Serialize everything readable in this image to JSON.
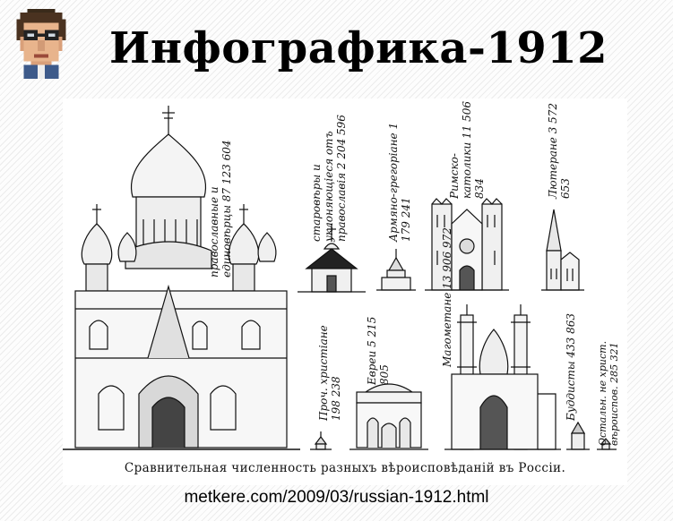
{
  "title": "Инфографика-1912",
  "caption": "Сравнительная численность разныхъ вѣроисповѣданій въ Россіи.",
  "url": "metkere.com/2009/03/russian-1912.html",
  "labels": {
    "orthodox": "православные и единовѣрцы 87 123 604",
    "oldbelievers": "старовѣры и уклоняющiеся отъ православія 2 204 596",
    "armenian": "Армяно-грегоріане 1 179 241",
    "catholic": "Римско-католики 11 506 834",
    "lutheran": "Лютеране 3 572 653",
    "otherchristian": "Проч. христiане 198 238",
    "jews": "Евреи 5 215 805",
    "muslims": "Магометане 13 906 972",
    "buddhists": "Буддисты 433 863",
    "pagans": "Остальн. не христ. вѣроиспов. 285 321"
  },
  "icons": {
    "avatar": "pixel-avatar-icon",
    "orthodox": "orthodox-cathedral-icon",
    "oldbelievers": "wooden-chapel-icon",
    "armenian": "armenian-church-icon",
    "catholic": "catholic-cathedral-icon",
    "lutheran": "lutheran-church-icon",
    "otherchristian": "small-chapel-icon",
    "jews": "synagogue-icon",
    "muslims": "mosque-icon",
    "buddhists": "buddhist-temple-icon",
    "pagans": "shrine-icon"
  }
}
